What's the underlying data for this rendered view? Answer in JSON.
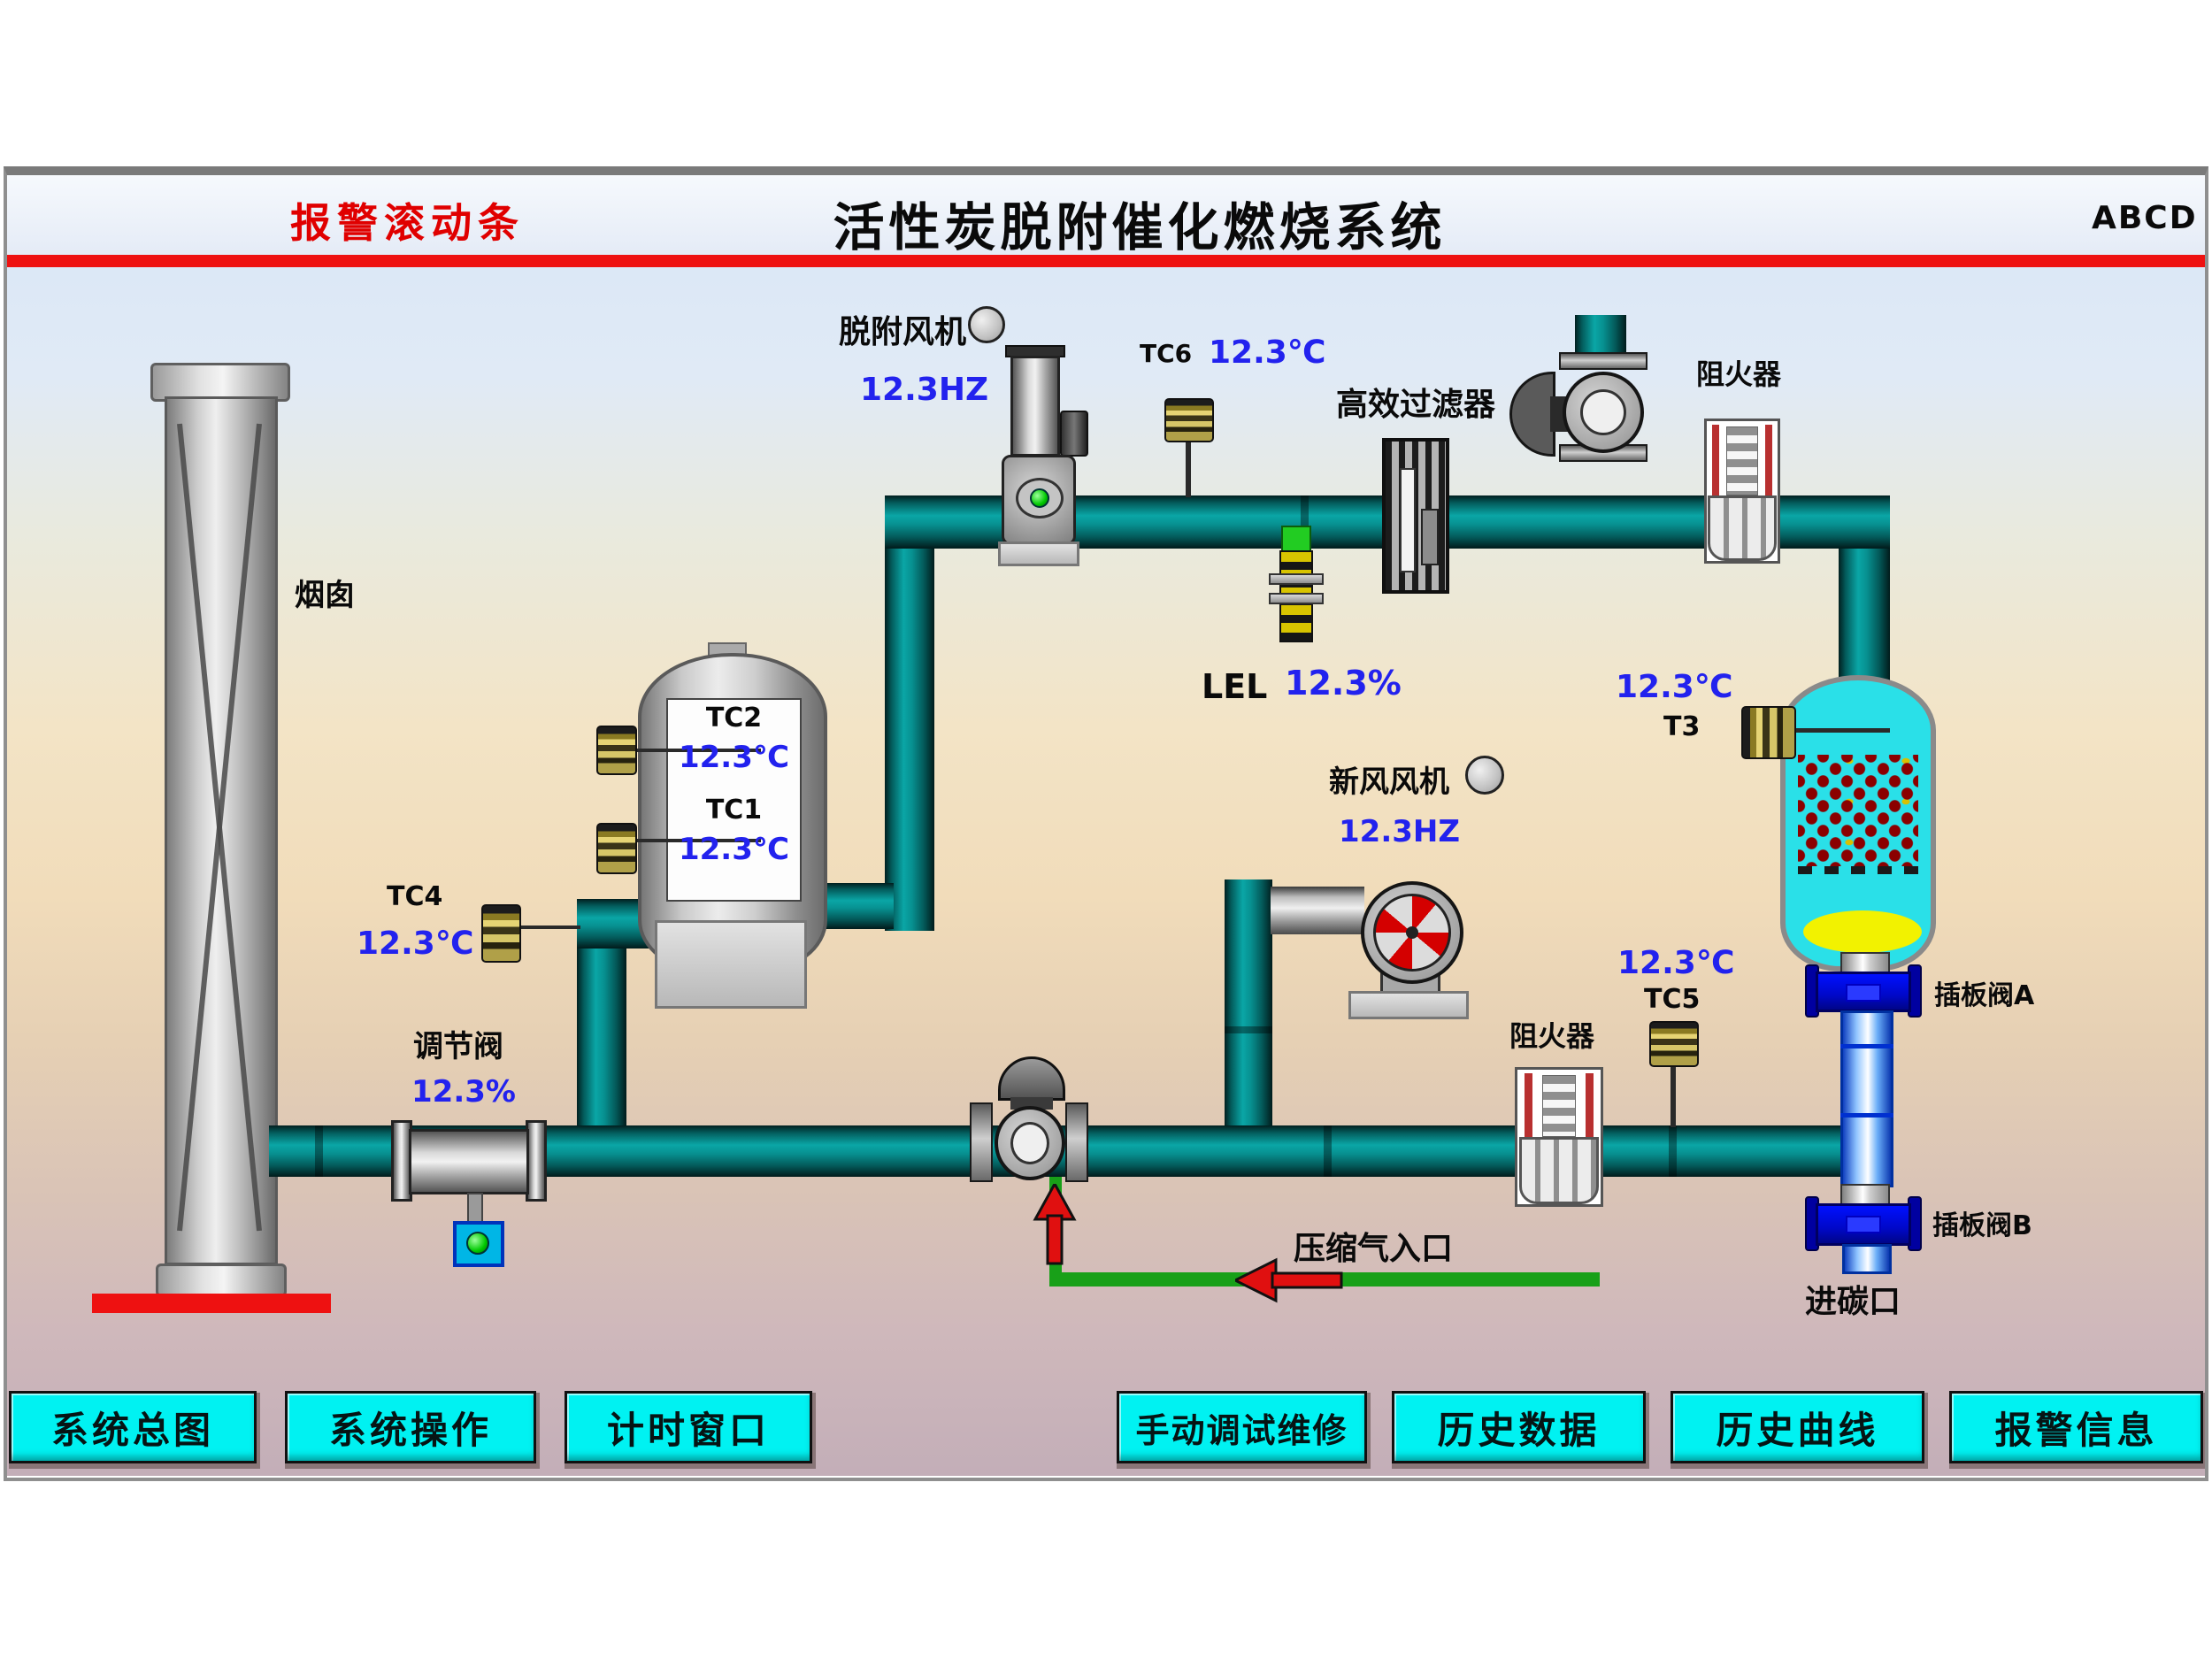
{
  "header": {
    "alarm_bar": "报警滚动条",
    "title": "活性炭脱附催化燃烧系统",
    "corner": "ABCD"
  },
  "equipment": {
    "chimney": {
      "label": "烟囱"
    },
    "desorption_fan": {
      "label": "脱附风机",
      "freq": "12.3HZ"
    },
    "tc6": {
      "label": "TC6",
      "temp": "12.3℃"
    },
    "hepa_filter": {
      "label": "高效过滤器"
    },
    "flame_arrester_top": {
      "label": "阻火器"
    },
    "lel": {
      "label": "LEL",
      "value": "12.3%"
    },
    "adsorber": {
      "tc2_label": "TC2",
      "tc2_temp": "12.3℃",
      "tc1_label": "TC1",
      "tc1_temp": "12.3℃"
    },
    "tc4": {
      "label": "TC4",
      "temp": "12.3℃"
    },
    "regulating_valve": {
      "label": "调节阀",
      "opening": "12.3%"
    },
    "fresh_air_fan": {
      "label": "新风风机",
      "freq": "12.3HZ"
    },
    "t3": {
      "label": "T3",
      "temp": "12.3℃"
    },
    "compressed_air": {
      "label": "压缩气入口"
    },
    "flame_arrester_bottom": {
      "label": "阻火器"
    },
    "tc5": {
      "label": "TC5",
      "temp": "12.3℃"
    },
    "slide_valve_a": {
      "label": "插板阀A"
    },
    "slide_valve_b": {
      "label": "插板阀B"
    },
    "carbon_inlet": {
      "label": "进碳口"
    }
  },
  "nav_buttons": [
    "系统总图",
    "系统操作",
    "计时窗口",
    "手动调试维修",
    "历史数据",
    "历史曲线",
    "报警信息"
  ],
  "colors": {
    "pipe_teal": "#079090",
    "alarm_red": "#ee1111",
    "value_blue": "#2222ee",
    "button_cyan": "#00f2f2",
    "vessel_cyan": "#2ae0e8",
    "glass_pipe_blue": "#6aaef8",
    "compressed_air_green": "#18a018"
  }
}
